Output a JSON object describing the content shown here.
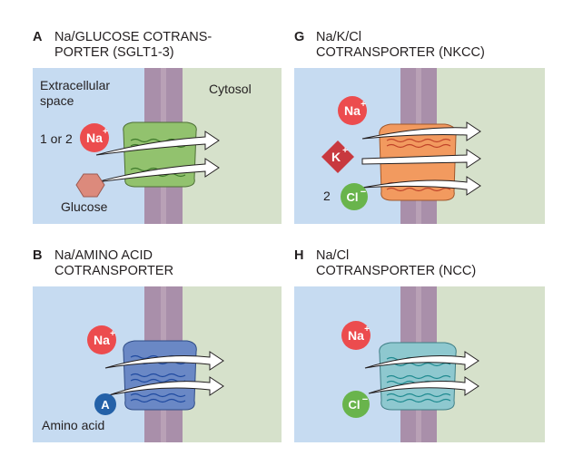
{
  "panels": [
    {
      "letter": "A",
      "title_line1": "Na/GLUCOSE COTRANS-",
      "title_line2": "PORTER (SGLT1-3)"
    },
    {
      "letter": "G",
      "title_line1": "Na/K/Cl",
      "title_line2": "COTRANSPORTER (NKCC)"
    },
    {
      "letter": "B",
      "title_line1": "Na/AMINO ACID",
      "title_line2": "COTRANSPORTER"
    },
    {
      "letter": "H",
      "title_line1": "Na/Cl",
      "title_line2": "COTRANSPORTER (NCC)"
    }
  ],
  "labels": {
    "extracellular_line1": "Extracellular",
    "extracellular_line2": "space",
    "cytosol": "Cytosol",
    "na_stoich": "1 or 2",
    "glucose": "Glucose",
    "amino_acid": "Amino acid",
    "cl_stoich": "2"
  },
  "ions": {
    "na": "Na",
    "na_charge": "+",
    "k": "K",
    "k_charge": "+",
    "cl": "Cl",
    "cl_charge": "−",
    "amino_acid_symbol": "A"
  },
  "colors": {
    "extracellular": "#c6dbf1",
    "cytosol": "#d6e1cb",
    "membrane": "#a98faa",
    "membrane_stripe": "#b9a1b6",
    "na_ion": "#ec4c4e",
    "k_ion": "#c8393f",
    "cl_ion": "#69b44c",
    "amino_acid_ion": "#2461a8",
    "glucose": "#dc8a7c",
    "sglt": "#92c26e",
    "nkcc": "#f29a5f",
    "amino_transporter": "#6a88c5",
    "ncc": "#8ec8cf"
  }
}
